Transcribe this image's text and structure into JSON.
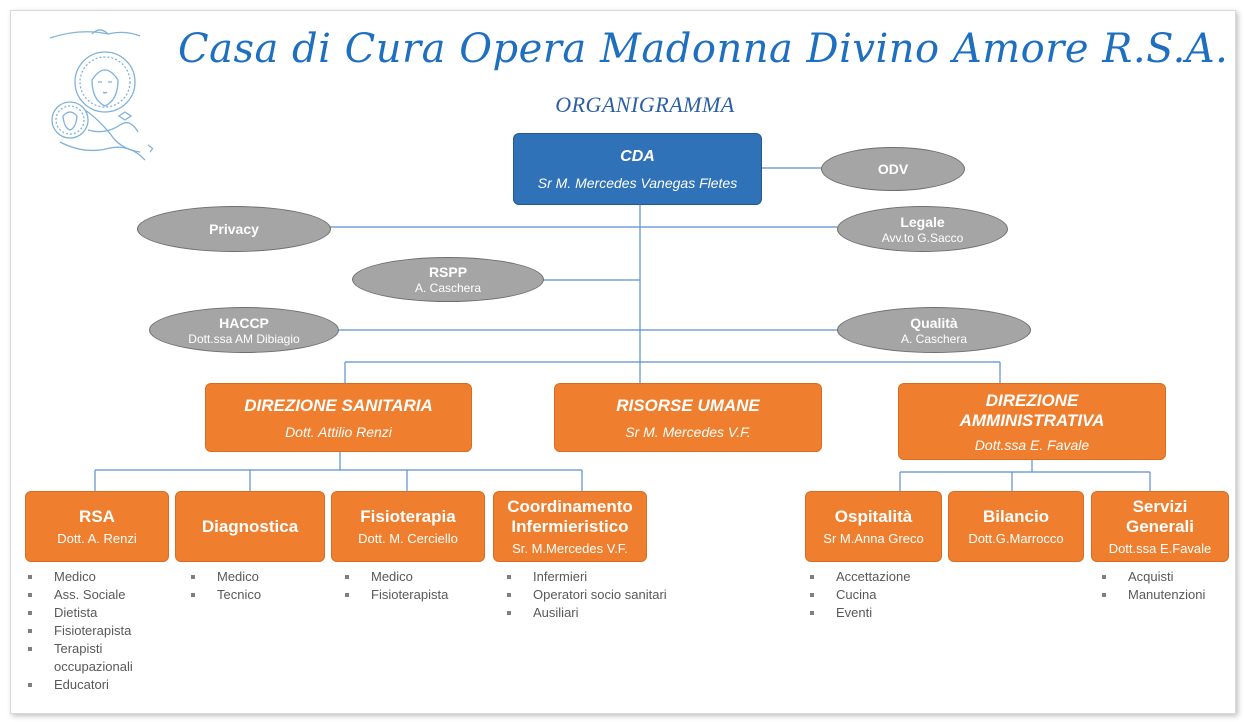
{
  "title": "Casa di Cura Opera Madonna Divino Amore R.S.A.",
  "subtitle": "ORGANIGRAMMA",
  "colors": {
    "blue": "#2f72b8",
    "orange": "#ef7f2e",
    "gray": "#a5a5a5",
    "title_blue": "#1f6fc0",
    "lines": "#5b8fd0"
  },
  "cda": {
    "title": "CDA",
    "name": "Sr M. Mercedes Vanegas Fletes"
  },
  "odv": {
    "title": "ODV"
  },
  "privacy": {
    "title": "Privacy"
  },
  "legale": {
    "title": "Legale",
    "name": "Avv.to G.Sacco"
  },
  "rspp": {
    "title": "RSPP",
    "name": "A. Caschera"
  },
  "haccp": {
    "title": "HACCP",
    "name": "Dott.ssa AM Dibiagio"
  },
  "qualita": {
    "title": "Qualità",
    "name": "A. Caschera"
  },
  "direzione_sanitaria": {
    "title": "DIREZIONE SANITARIA",
    "name": "Dott. Attilio Renzi"
  },
  "risorse_umane": {
    "title": "RISORSE UMANE",
    "name": "Sr M. Mercedes V.F."
  },
  "direzione_amministrativa": {
    "title_line1": "DIREZIONE",
    "title_line2": "AMMINISTRATIVA",
    "name": "Dott.ssa E. Favale"
  },
  "rsa": {
    "title": "RSA",
    "name": "Dott. A. Renzi",
    "items": [
      "Medico",
      "Ass. Sociale",
      "Dietista",
      "Fisioterapista",
      "Terapisti",
      "occupazionali",
      "Educatori"
    ]
  },
  "diagnostica": {
    "title": "Diagnostica",
    "items": [
      "Medico",
      "Tecnico"
    ]
  },
  "fisioterapia": {
    "title": "Fisioterapia",
    "name": "Dott. M. Cerciello",
    "items": [
      "Medico",
      "Fisioterapista"
    ]
  },
  "coordinamento": {
    "title_line1": "Coordinamento",
    "title_line2": "Infermieristico",
    "name": "Sr. M.Mercedes V.F.",
    "items": [
      "Infermieri",
      "Operatori socio sanitari",
      "Ausiliari"
    ]
  },
  "ospitalita": {
    "title": "Ospitalità",
    "name": "Sr M.Anna Greco",
    "items": [
      "Accettazione",
      "Cucina",
      "Eventi"
    ]
  },
  "bilancio": {
    "title": "Bilancio",
    "name": "Dott.G.Marrocco"
  },
  "servizi": {
    "title_line1": "Servizi",
    "title_line2": "Generali",
    "name": "Dott.ssa E.Favale",
    "items": [
      "Acquisti",
      "Manutenzioni"
    ]
  }
}
